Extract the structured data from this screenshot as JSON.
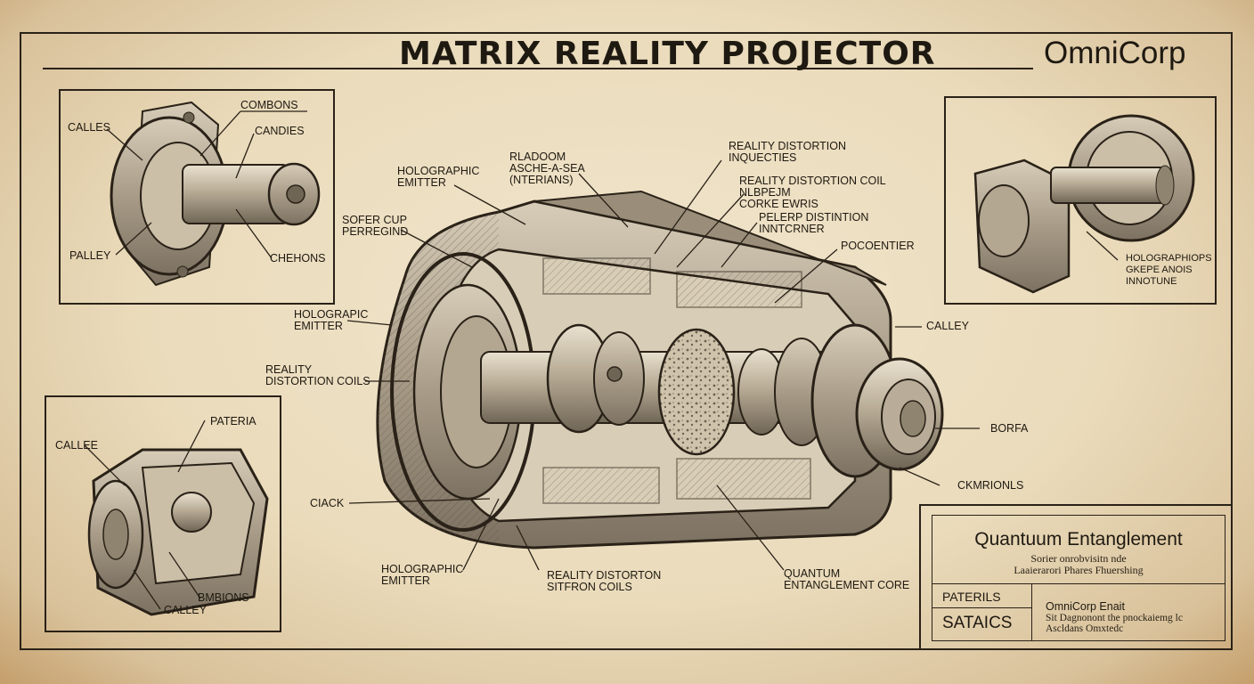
{
  "header": {
    "title": "MATRIX REALITY PROJECTOR",
    "brand": "OmniCorp"
  },
  "callouts": {
    "inset_top_left": {
      "combons": "COMBONS",
      "calles": "CALLES",
      "candies": "CANDIES",
      "palley": "PALLEY",
      "chehons": "CHEHONS"
    },
    "main": {
      "holographic_emitter_top": "HOLOGRAPHIC\nEMITTER",
      "rladoom": "RLADOOM\nASCHE-A-SEA\n(NTERIANS)",
      "reality_distortion_top": "REALITY DISTORTION\nINQUECTIES",
      "reality_distortion_coil": "REALITY DISTORTION COIL\nNLBPEJM\nCORKE EWRIS",
      "pelerp_distintion": "PELERP DISTINTION\nINNTCRNER",
      "sofer_cup": "SOFER CUP\nPERREGIND",
      "pocoentier": "POCOENTIER",
      "holographic_emitter_mid": "HOLOGRAPIC\nEMITTER",
      "reality_distortion_coils_left": "REALITY\nDISTORTION COILS",
      "calley_right": "CALLEY",
      "borfa": "BORFA",
      "ckmrionls": "CKMRIONLS",
      "ciack": "CIACK",
      "holographic_emitter_bottom": "HOLOGRAPHIC\nEMITTER",
      "reality_distorton_bottom": "REALITY DISTORTON\nSITFRON COILS",
      "quantum_core": "QUANTUM\nENTANGLEMENT CORE"
    },
    "inset_top_right": {
      "holographic": "HOLOGRAPHIOPS\nGKEPE ANOIS\nINNOTUNE"
    },
    "inset_bottom_left": {
      "pateria": "PATERIA",
      "callee": "CALLEE",
      "bmbions": "BMBIONS",
      "calley": "CALLEY"
    }
  },
  "title_block": {
    "title": "Quantuum Entanglement",
    "subtitle_1": "Sorier onrobvisitn nde",
    "subtitle_2": "Laaierarori Phares Fhuershing",
    "materials_label": "PATERILS",
    "status_label": "SATAICS",
    "company": "OmniCorp Enait",
    "desc_1": "Sit Dagnonont the pnockaiemg lc",
    "desc_2": "Ascldans Omxtedc"
  },
  "colors": {
    "ink": "#2a2218",
    "paper": "#eadbbb",
    "metal": "#b9ad9a"
  }
}
